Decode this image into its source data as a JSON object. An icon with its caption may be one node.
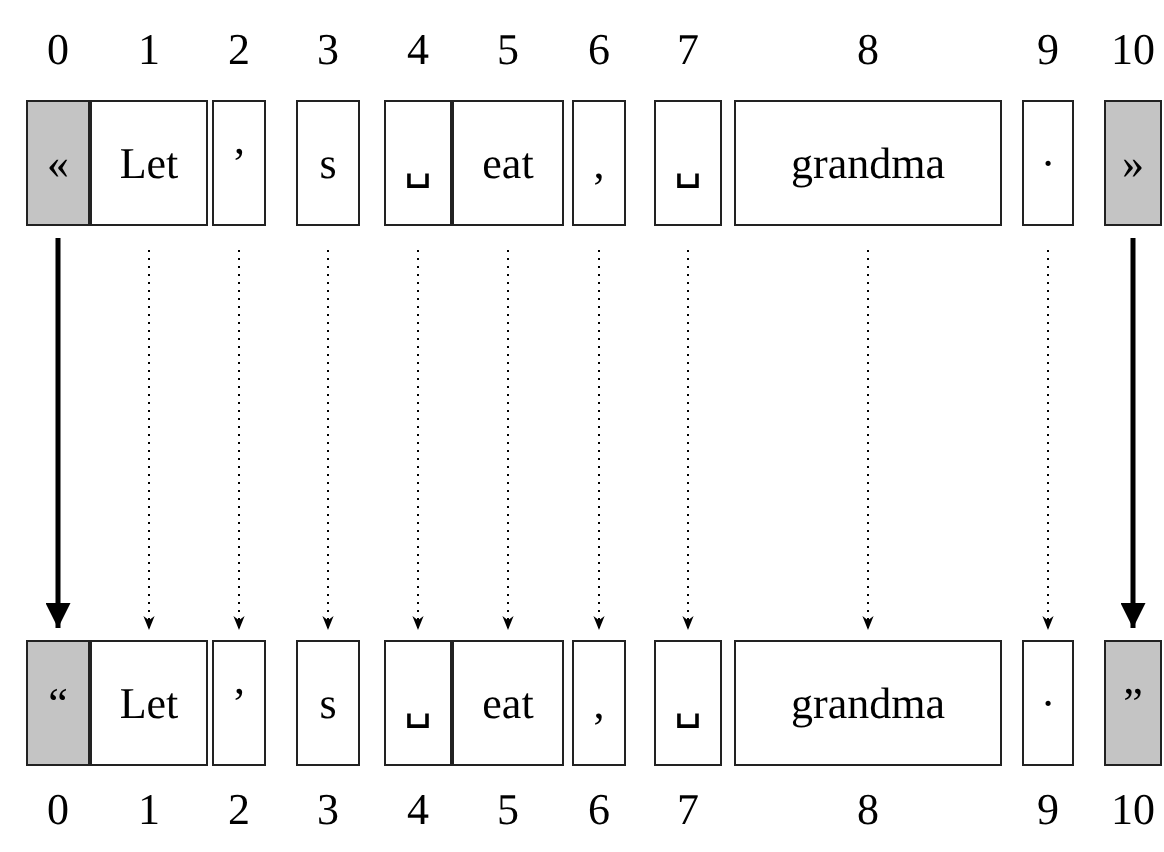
{
  "diagram": {
    "nodes": [
      {
        "text": [
          "«"
        ]
      },
      {
        "text": [
          "Let"
        ]
      },
      {
        "text": [
          "’"
        ]
      },
      {
        "text": [
          "s"
        ]
      },
      {
        "text": [
          "␣"
        ]
      },
      {
        "text": [
          "eat"
        ]
      },
      {
        "text": [
          ","
        ]
      },
      {
        "text": [
          "␣"
        ]
      },
      {
        "text": [
          "grandma"
        ]
      },
      {
        "text": [
          "·"
        ]
      },
      {
        "text": [
          "»"
        ]
      },
      {
        "text": [
          "“"
        ]
      },
      {
        "text": [
          "Let"
        ]
      },
      {
        "text": [
          "’"
        ]
      },
      {
        "text": [
          "s"
        ]
      },
      {
        "text": [
          "␣"
        ]
      },
      {
        "text": [
          "eat"
        ]
      },
      {
        "text": [
          ","
        ]
      },
      {
        "text": [
          "␣"
        ]
      },
      {
        "text": [
          "grandma"
        ]
      },
      {
        "text": [
          "·"
        ]
      },
      {
        "text": [
          "”"
        ]
      }
    ],
    "edges": [
      {
        "from": 0,
        "to": 11,
        "arrow": "to",
        "style": "thick"
      },
      {
        "from": 1,
        "to": 12,
        "arrow": "to",
        "style": "dashed"
      },
      {
        "from": 2,
        "to": 13,
        "arrow": "to",
        "style": "dashed"
      },
      {
        "from": 3,
        "to": 14,
        "arrow": "to",
        "style": "dashed"
      },
      {
        "from": 4,
        "to": 15,
        "arrow": "to",
        "style": "dashed"
      },
      {
        "from": 5,
        "to": 16,
        "arrow": "to",
        "style": "dashed"
      },
      {
        "from": 6,
        "to": 17,
        "arrow": "to",
        "style": "dashed"
      },
      {
        "from": 7,
        "to": 18,
        "arrow": "to",
        "style": "dashed"
      },
      {
        "from": 8,
        "to": 19,
        "arrow": "to",
        "style": "dashed"
      },
      {
        "from": 9,
        "to": 20,
        "arrow": "to",
        "style": "dashed"
      },
      {
        "from": 10,
        "to": 21,
        "arrow": "to",
        "style": "thick"
      }
    ],
    "labels": [
      "0",
      "1",
      "2",
      "3",
      "4",
      "5",
      "6",
      "7",
      "8",
      "9",
      "10",
      "0",
      "1",
      "2",
      "3",
      "4",
      "5",
      "6",
      "7",
      "8",
      "9",
      "10"
    ]
  }
}
